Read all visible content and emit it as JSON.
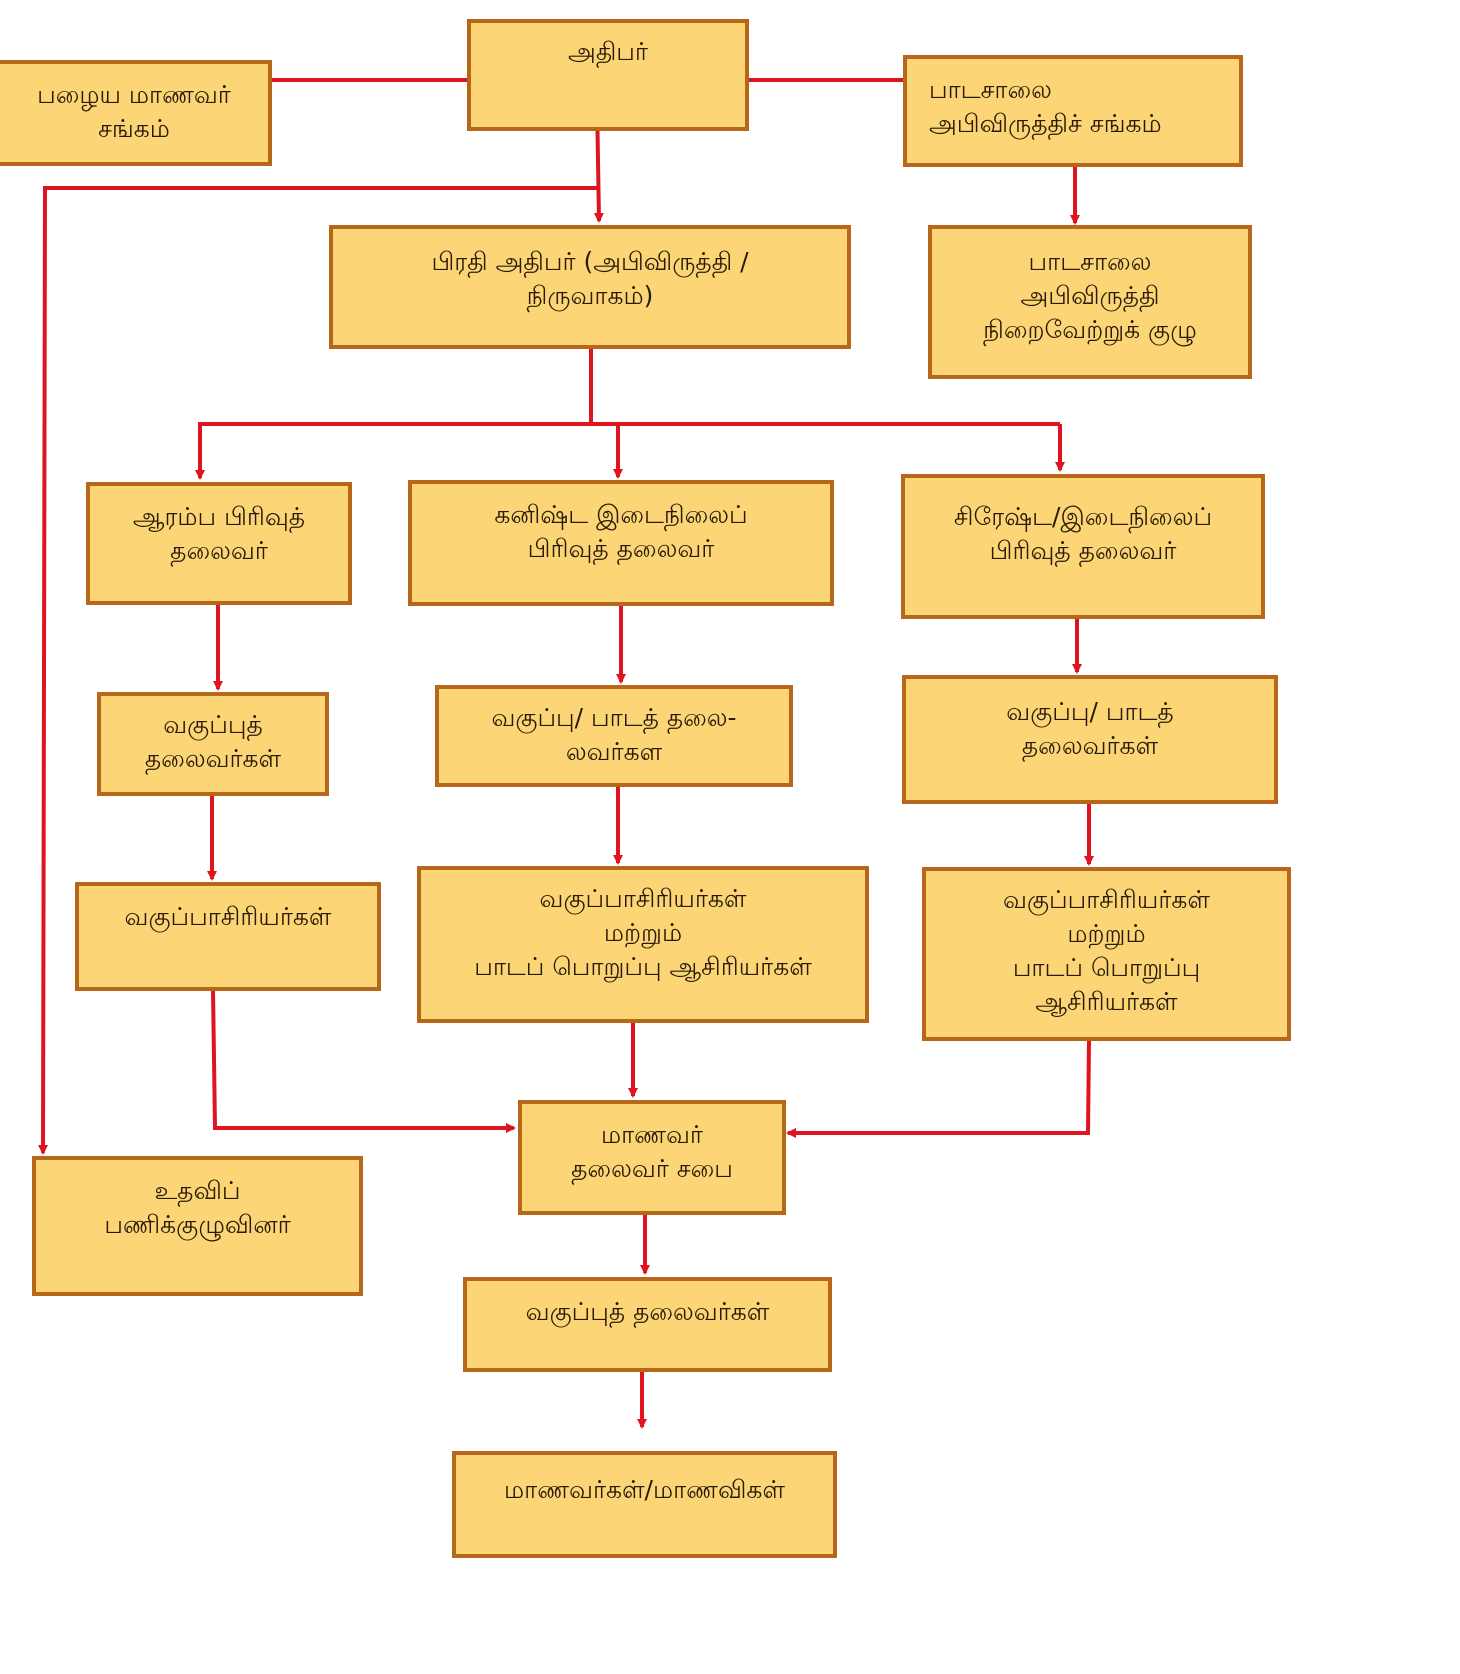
{
  "diagram": {
    "type": "organizational-chart",
    "colors": {
      "box_fill": "#fcd676",
      "box_border": "#b8661a",
      "connector": "#e0141e",
      "text": "#2a1a08"
    },
    "nodes": [
      {
        "id": "principal",
        "lines": [
          "அதிபர்"
        ]
      },
      {
        "id": "old-students-association",
        "lines": [
          "பழைய மாணவர்",
          "சங்கம்"
        ]
      },
      {
        "id": "school-development-society",
        "lines": [
          "பாடசாலை",
          "அபிவிருத்திச் சங்கம்"
        ]
      },
      {
        "id": "deputy-principal",
        "lines": [
          "பிரதி அதிபர் (அபிவிருத்தி /",
          "நிருவாகம்)"
        ]
      },
      {
        "id": "sdc-executive-committee",
        "lines": [
          "பாடசாலை",
          "அபிவிருத்தி",
          "நிறைவேற்றுக் குழு"
        ]
      },
      {
        "id": "primary-section-head",
        "lines": [
          "ஆரம்ப பிரிவுத்",
          "தலைவர்"
        ]
      },
      {
        "id": "junior-secondary-section-head",
        "lines": [
          "கனிஷ்ட இடைநிலைப்",
          "பிரிவுத் தலைவர்"
        ]
      },
      {
        "id": "senior-secondary-section-head",
        "lines": [
          "சிரேஷ்ட/இடைநிலைப்",
          "பிரிவுத் தலைவர்"
        ]
      },
      {
        "id": "primary-grade-heads",
        "lines": [
          "வகுப்புத்",
          "தலைவர்கள்"
        ]
      },
      {
        "id": "junior-grade-subject-heads",
        "lines": [
          "வகுப்பு/ பாடத் தலை-",
          "லவர்கள"
        ]
      },
      {
        "id": "senior-grade-subject-heads",
        "lines": [
          "வகுப்பு/ பாடத்",
          "தலைவர்கள்"
        ]
      },
      {
        "id": "primary-class-teachers",
        "lines": [
          "வகுப்பாசிரியர்கள்"
        ]
      },
      {
        "id": "junior-class-subject-teachers",
        "lines": [
          "வகுப்பாசிரியர்கள்",
          "மற்றும்",
          "பாடப் பொறுப்பு ஆசிரியர்கள்"
        ]
      },
      {
        "id": "senior-class-subject-teachers",
        "lines": [
          "வகுப்பாசிரியர்கள்",
          "மற்றும்",
          "பாடப் பொறுப்பு",
          "ஆசிரியர்கள்"
        ]
      },
      {
        "id": "student-leaders-council",
        "lines": [
          "மாணவர்",
          "தலைவர் சபை"
        ]
      },
      {
        "id": "support-staff",
        "lines": [
          "உதவிப்",
          "பணிக்குழுவினர்"
        ]
      },
      {
        "id": "class-leaders",
        "lines": [
          "வகுப்புத் தலைவர்கள்"
        ]
      },
      {
        "id": "students",
        "lines": [
          "மாணவர்கள்/மாணவிகள்"
        ]
      }
    ],
    "edges": [
      {
        "from": "principal",
        "to": "old-students-association",
        "arrow": false
      },
      {
        "from": "principal",
        "to": "school-development-society",
        "arrow": false
      },
      {
        "from": "principal",
        "to": "deputy-principal",
        "arrow": true
      },
      {
        "from": "principal",
        "to": "support-staff",
        "arrow": true
      },
      {
        "from": "school-development-society",
        "to": "sdc-executive-committee",
        "arrow": true
      },
      {
        "from": "deputy-principal",
        "to": "primary-section-head",
        "arrow": true
      },
      {
        "from": "deputy-principal",
        "to": "junior-secondary-section-head",
        "arrow": true
      },
      {
        "from": "deputy-principal",
        "to": "senior-secondary-section-head",
        "arrow": true
      },
      {
        "from": "primary-section-head",
        "to": "primary-grade-heads",
        "arrow": true
      },
      {
        "from": "junior-secondary-section-head",
        "to": "junior-grade-subject-heads",
        "arrow": true
      },
      {
        "from": "senior-secondary-section-head",
        "to": "senior-grade-subject-heads",
        "arrow": true
      },
      {
        "from": "primary-grade-heads",
        "to": "primary-class-teachers",
        "arrow": true
      },
      {
        "from": "junior-grade-subject-heads",
        "to": "junior-class-subject-teachers",
        "arrow": true
      },
      {
        "from": "senior-grade-subject-heads",
        "to": "senior-class-subject-teachers",
        "arrow": true
      },
      {
        "from": "primary-class-teachers",
        "to": "student-leaders-council",
        "arrow": true
      },
      {
        "from": "junior-class-subject-teachers",
        "to": "student-leaders-council",
        "arrow": true
      },
      {
        "from": "senior-class-subject-teachers",
        "to": "student-leaders-council",
        "arrow": true
      },
      {
        "from": "student-leaders-council",
        "to": "class-leaders",
        "arrow": true
      },
      {
        "from": "class-leaders",
        "to": "students",
        "arrow": true
      }
    ]
  }
}
